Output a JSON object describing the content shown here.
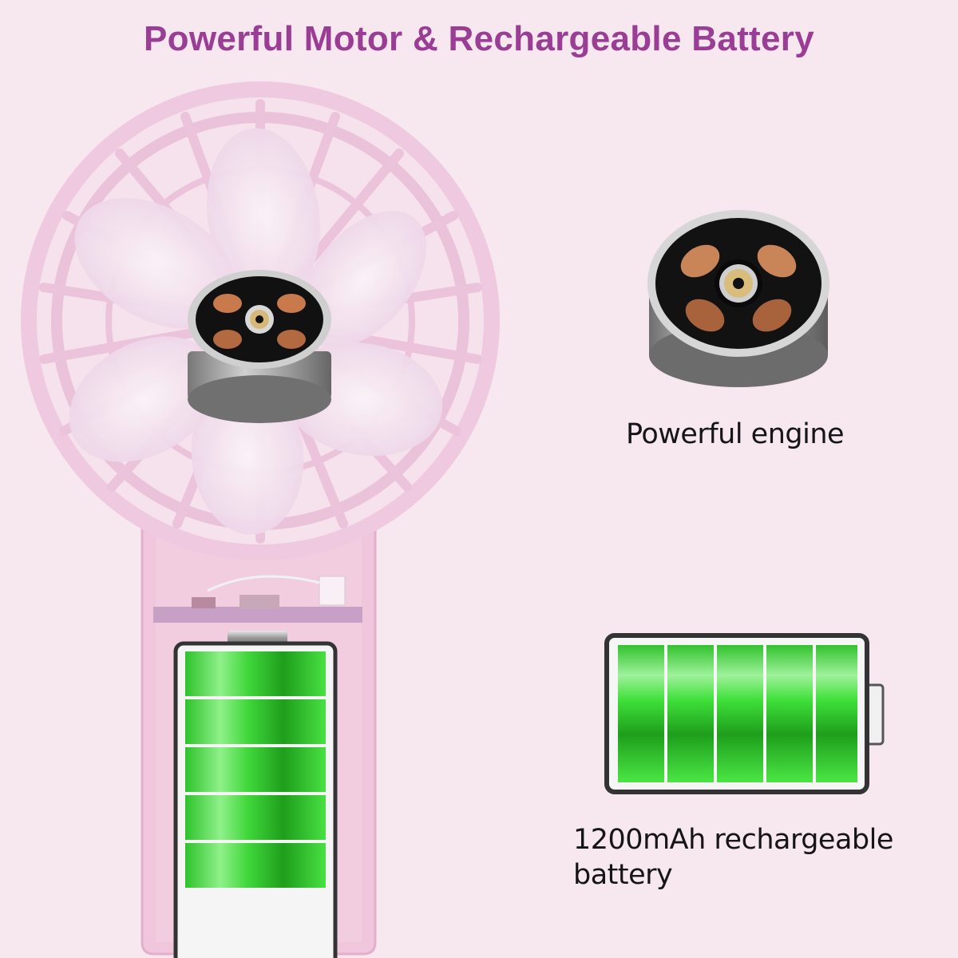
{
  "title": "Powerful Motor & Rechargeable Battery",
  "features": [
    {
      "id": "engine",
      "label": "Powerful engine",
      "icon": "motor-icon"
    },
    {
      "id": "battery",
      "label": "1200mAh rechargeable battery",
      "icon": "battery-icon"
    }
  ],
  "product": {
    "name": "handheld-fan",
    "body_color": "#efc7de",
    "battery_level_segments": 5
  },
  "colors": {
    "background": "#f7e7ee",
    "title": "#9a3e95",
    "battery_green": "#3fd63a",
    "text": "#151515"
  }
}
